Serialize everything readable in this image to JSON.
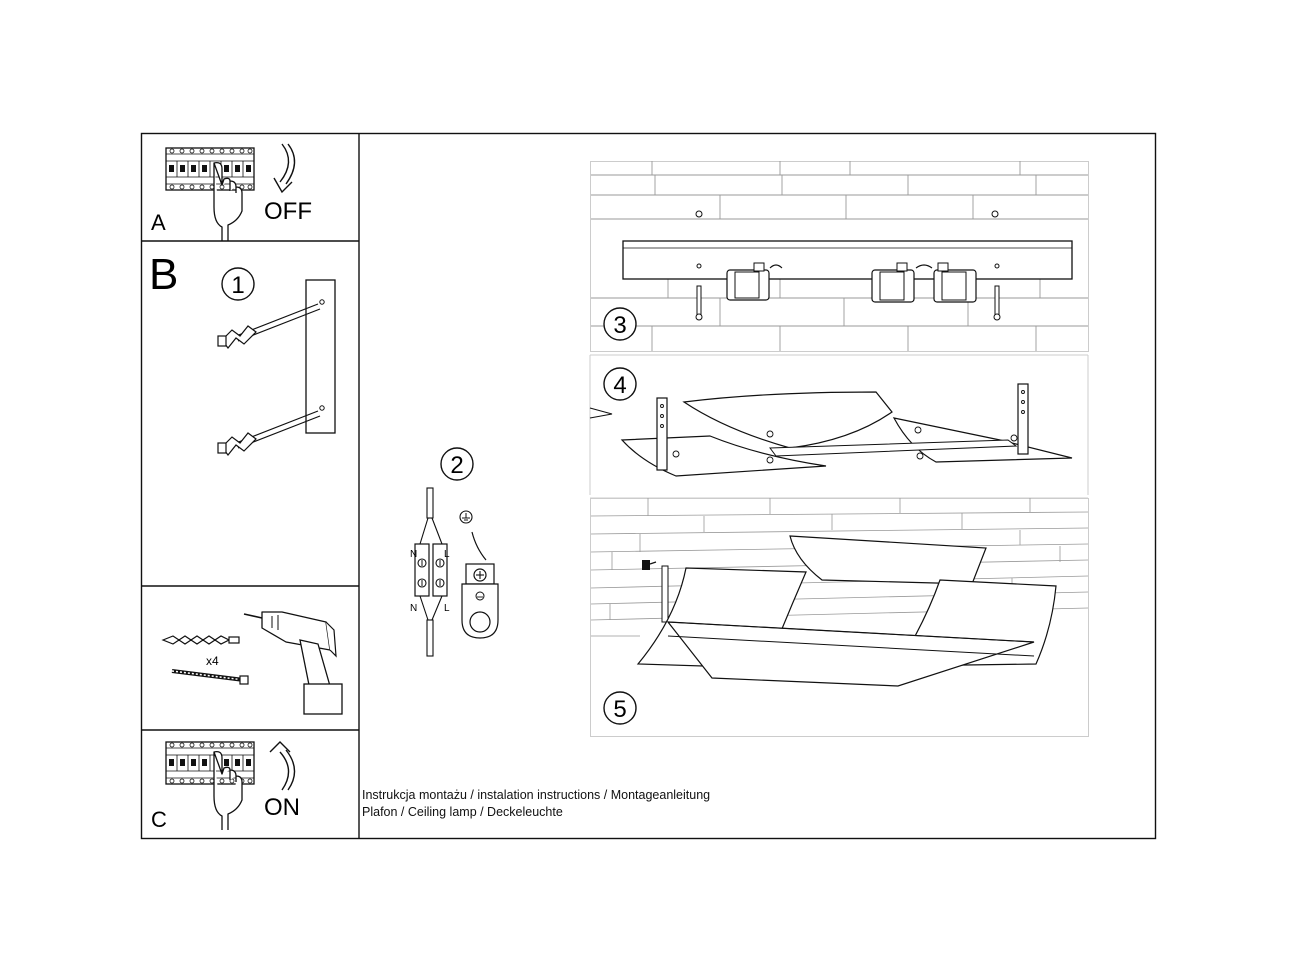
{
  "panels": {
    "a": {
      "letter": "A",
      "action": "OFF"
    },
    "b": {
      "letter": "B",
      "quantity": "x4"
    },
    "c": {
      "letter": "C",
      "action": "ON"
    }
  },
  "steps": [
    "1",
    "2",
    "3",
    "4",
    "5"
  ],
  "wiring": {
    "neutral": "N",
    "live": "L"
  },
  "caption": {
    "line1": "Instrukcja montażu / instalation instructions / Montageanleitung",
    "line2": "Plafon / Ceiling lamp / Deckeleuchte"
  }
}
